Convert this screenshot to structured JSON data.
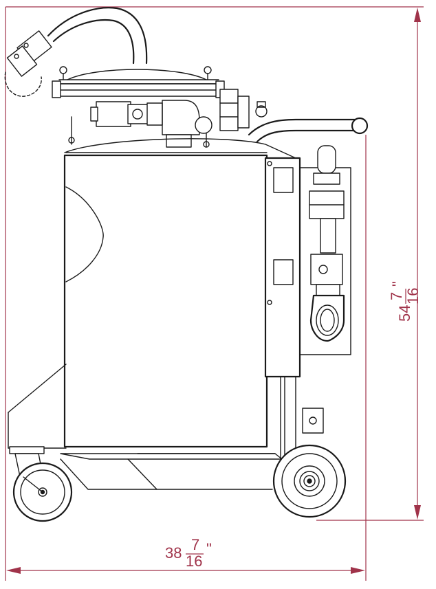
{
  "dimensions": {
    "height": {
      "whole": "54",
      "numerator": "7",
      "denominator": "16",
      "unit": "\""
    },
    "width": {
      "whole": "38",
      "numerator": "7",
      "denominator": "16",
      "unit": "\""
    }
  },
  "colors": {
    "dimension": "#a0334a",
    "line": "#1a1a1a",
    "background": "#ffffff"
  }
}
